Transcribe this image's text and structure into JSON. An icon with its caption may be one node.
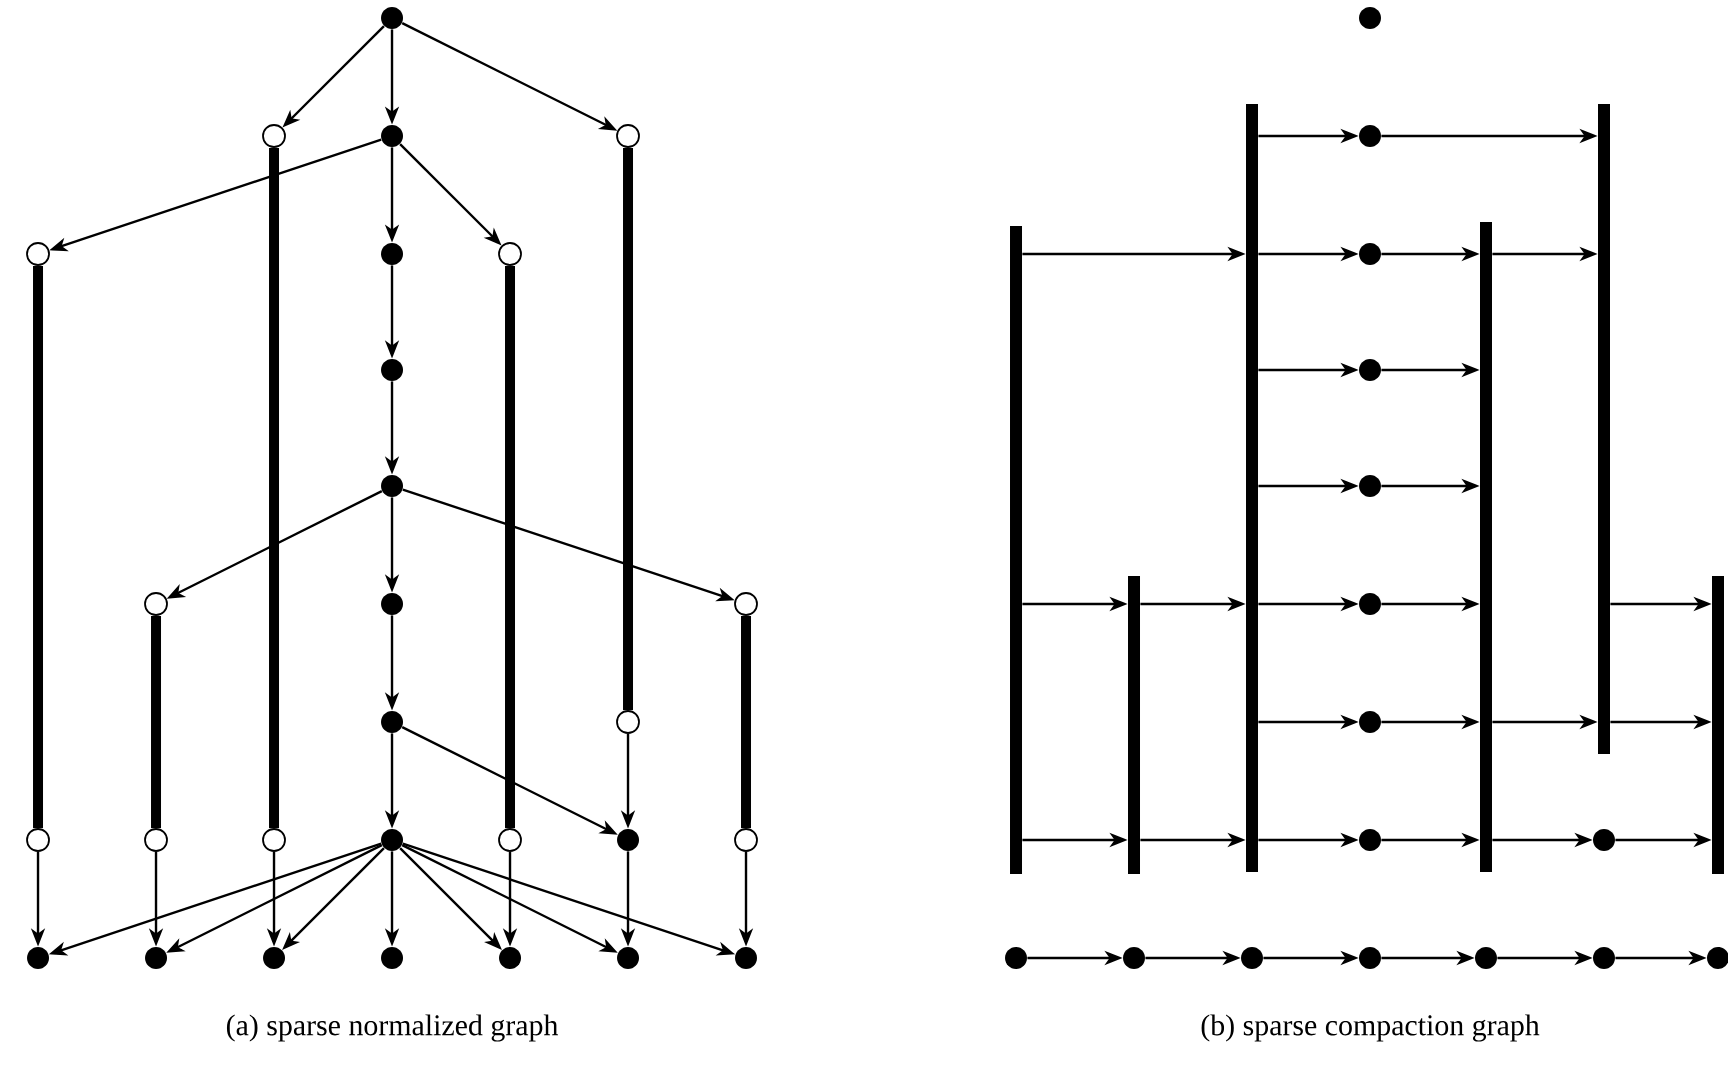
{
  "diagram": {
    "nodes": [
      {
        "text": [],
        "shape": "dot"
      },
      {
        "text": [],
        "shape": "circle"
      },
      {
        "text": [],
        "shape": "dot"
      },
      {
        "text": [],
        "shape": "circle"
      },
      {
        "text": [],
        "shape": "circle"
      },
      {
        "text": [],
        "shape": "dot"
      },
      {
        "text": [],
        "shape": "circle"
      },
      {
        "text": [],
        "shape": "dot"
      },
      {
        "text": [],
        "shape": "dot"
      },
      {
        "text": [],
        "shape": "circle"
      },
      {
        "text": [],
        "shape": "dot"
      },
      {
        "text": [],
        "shape": "circle"
      },
      {
        "text": [],
        "shape": "dot"
      },
      {
        "text": [],
        "shape": "circle"
      },
      {
        "text": [],
        "shape": "circle"
      },
      {
        "text": [],
        "shape": "circle"
      },
      {
        "text": [],
        "shape": "circle"
      },
      {
        "text": [],
        "shape": "dot"
      },
      {
        "text": [],
        "shape": "circle"
      },
      {
        "text": [],
        "shape": "dot"
      },
      {
        "text": [],
        "shape": "circle"
      },
      {
        "text": [],
        "shape": "dot"
      },
      {
        "text": [],
        "shape": "dot"
      },
      {
        "text": [],
        "shape": "dot"
      },
      {
        "text": [],
        "shape": "dot"
      },
      {
        "text": [],
        "shape": "dot"
      },
      {
        "text": [],
        "shape": "dot"
      },
      {
        "text": [],
        "shape": "dot"
      },
      {
        "text": [],
        "shape": "dot"
      },
      {
        "text": [],
        "shape": "bar"
      },
      {
        "text": [],
        "shape": "bar"
      },
      {
        "text": [],
        "shape": "bar"
      },
      {
        "text": [],
        "shape": "dot"
      },
      {
        "text": [],
        "shape": "bar"
      },
      {
        "text": [],
        "shape": "dot"
      },
      {
        "text": [],
        "shape": "dot"
      },
      {
        "text": [],
        "shape": "dot"
      },
      {
        "text": [],
        "shape": "bar"
      },
      {
        "text": [],
        "shape": "bar"
      },
      {
        "text": [],
        "shape": "dot"
      },
      {
        "text": [],
        "shape": "dot"
      },
      {
        "text": [],
        "shape": "dot"
      },
      {
        "text": [],
        "shape": "dot"
      },
      {
        "text": [],
        "shape": "dot"
      },
      {
        "text": [],
        "shape": "dot"
      },
      {
        "text": [],
        "shape": "dot"
      },
      {
        "text": [],
        "shape": "dot"
      },
      {
        "text": [],
        "shape": "dot"
      },
      {
        "text": [],
        "shape": "dot"
      },
      {
        "text": [],
        "shape": "dot"
      }
    ],
    "edges": [
      {
        "from": 0,
        "to": 1,
        "arrow": "to"
      },
      {
        "from": 0,
        "to": 2,
        "arrow": "to"
      },
      {
        "from": 0,
        "to": 3,
        "arrow": "to"
      },
      {
        "from": 1,
        "to": 16,
        "arrow": "none",
        "style": "thick"
      },
      {
        "from": 3,
        "to": 13,
        "arrow": "none",
        "style": "thick"
      },
      {
        "from": 2,
        "to": 4,
        "arrow": "to"
      },
      {
        "from": 2,
        "to": 5,
        "arrow": "to"
      },
      {
        "from": 2,
        "to": 6,
        "arrow": "to"
      },
      {
        "from": 4,
        "to": 14,
        "arrow": "none",
        "style": "thick"
      },
      {
        "from": 6,
        "to": 18,
        "arrow": "none",
        "style": "thick"
      },
      {
        "from": 5,
        "to": 7,
        "arrow": "to"
      },
      {
        "from": 7,
        "to": 8,
        "arrow": "to"
      },
      {
        "from": 8,
        "to": 9,
        "arrow": "to"
      },
      {
        "from": 8,
        "to": 10,
        "arrow": "to"
      },
      {
        "from": 8,
        "to": 11,
        "arrow": "to"
      },
      {
        "from": 9,
        "to": 15,
        "arrow": "none",
        "style": "thick"
      },
      {
        "from": 11,
        "to": 20,
        "arrow": "none",
        "style": "thick"
      },
      {
        "from": 10,
        "to": 12,
        "arrow": "to"
      },
      {
        "from": 12,
        "to": 17,
        "arrow": "to"
      },
      {
        "from": 12,
        "to": 19,
        "arrow": "to"
      },
      {
        "from": 13,
        "to": 19,
        "arrow": "to"
      },
      {
        "from": 14,
        "to": 21,
        "arrow": "to"
      },
      {
        "from": 15,
        "to": 22,
        "arrow": "to"
      },
      {
        "from": 16,
        "to": 23,
        "arrow": "to"
      },
      {
        "from": 18,
        "to": 25,
        "arrow": "to"
      },
      {
        "from": 19,
        "to": 26,
        "arrow": "to"
      },
      {
        "from": 20,
        "to": 27,
        "arrow": "to"
      },
      {
        "from": 17,
        "to": 21,
        "arrow": "to"
      },
      {
        "from": 17,
        "to": 22,
        "arrow": "to"
      },
      {
        "from": 17,
        "to": 23,
        "arrow": "to"
      },
      {
        "from": 17,
        "to": 24,
        "arrow": "to"
      },
      {
        "from": 17,
        "to": 25,
        "arrow": "to"
      },
      {
        "from": 17,
        "to": 26,
        "arrow": "to"
      },
      {
        "from": 17,
        "to": 27,
        "arrow": "to"
      },
      {
        "from": 30,
        "to": 32,
        "arrow": "to"
      },
      {
        "from": 32,
        "to": 31,
        "arrow": "to"
      },
      {
        "from": 29,
        "to": 30,
        "arrow": "to"
      },
      {
        "from": 30,
        "to": 34,
        "arrow": "to"
      },
      {
        "from": 34,
        "to": 33,
        "arrow": "to"
      },
      {
        "from": 33,
        "to": 31,
        "arrow": "to"
      },
      {
        "from": 30,
        "to": 35,
        "arrow": "to"
      },
      {
        "from": 35,
        "to": 33,
        "arrow": "to"
      },
      {
        "from": 30,
        "to": 36,
        "arrow": "to"
      },
      {
        "from": 36,
        "to": 33,
        "arrow": "to"
      },
      {
        "from": 29,
        "to": 37,
        "arrow": "to"
      },
      {
        "from": 37,
        "to": 30,
        "arrow": "to"
      },
      {
        "from": 30,
        "to": 39,
        "arrow": "to"
      },
      {
        "from": 39,
        "to": 33,
        "arrow": "to"
      },
      {
        "from": 31,
        "to": 38,
        "arrow": "to"
      },
      {
        "from": 30,
        "to": 40,
        "arrow": "to"
      },
      {
        "from": 40,
        "to": 33,
        "arrow": "to"
      },
      {
        "from": 33,
        "to": 31,
        "arrow": "to"
      },
      {
        "from": 31,
        "to": 38,
        "arrow": "to"
      },
      {
        "from": 29,
        "to": 37,
        "arrow": "to"
      },
      {
        "from": 37,
        "to": 30,
        "arrow": "to"
      },
      {
        "from": 30,
        "to": 41,
        "arrow": "to"
      },
      {
        "from": 41,
        "to": 33,
        "arrow": "to"
      },
      {
        "from": 33,
        "to": 42,
        "arrow": "to"
      },
      {
        "from": 42,
        "to": 38,
        "arrow": "to"
      },
      {
        "from": 43,
        "to": 44,
        "arrow": "to"
      },
      {
        "from": 44,
        "to": 45,
        "arrow": "to"
      },
      {
        "from": 45,
        "to": 46,
        "arrow": "to"
      },
      {
        "from": 46,
        "to": 47,
        "arrow": "to"
      },
      {
        "from": 47,
        "to": 48,
        "arrow": "to"
      },
      {
        "from": 48,
        "to": 49,
        "arrow": "to"
      }
    ],
    "labels": [
      "(a) sparse normalized graph",
      "(b) sparse compaction graph"
    ]
  }
}
